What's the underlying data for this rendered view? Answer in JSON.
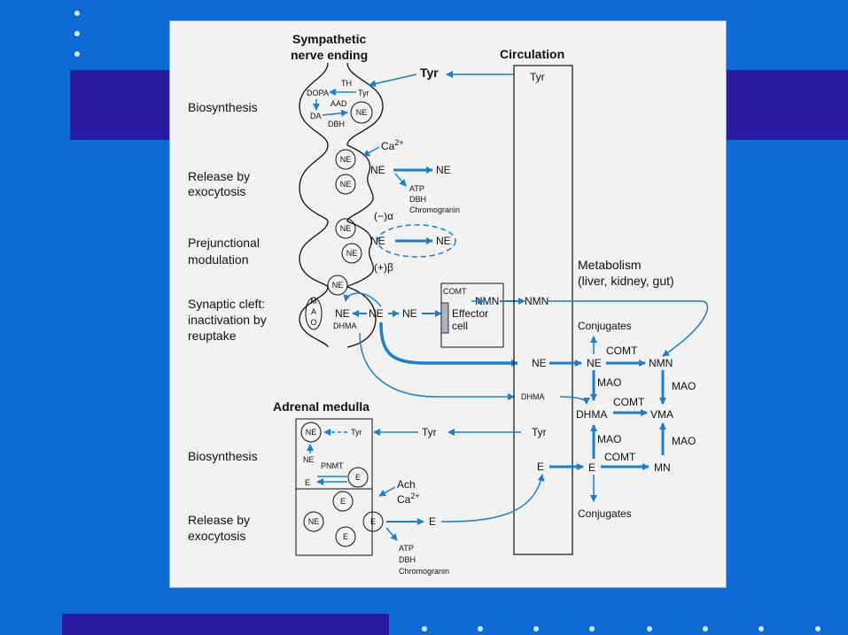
{
  "slide": {
    "background_color": "#0f6ad6",
    "band_color": "#2a1aa0"
  },
  "diagram": {
    "nerve": {
      "title_line1": "Sympathetic",
      "title_line2": "nerve ending",
      "stages": {
        "biosynthesis": "Biosynthesis",
        "release_l1": "Release by",
        "release_l2": "exocytosis",
        "prejunc_l1": "Prejunctional",
        "prejunc_l2": "modulation",
        "cleft_l1": "Synaptic cleft:",
        "cleft_l2": "inactivation by",
        "cleft_l3": "reuptake"
      },
      "biosynthesis_labels": {
        "th": "TH",
        "tyr": "Tyr",
        "dopa": "DOPA",
        "aad": "AAD",
        "da": "DA",
        "dbh": "DBH",
        "ne": "NE"
      },
      "release_labels": {
        "ca": "Ca",
        "ca_sup": "2+",
        "ne_a": "NE",
        "ne_b": "NE",
        "ne_c": "NE",
        "ne_out": "NE",
        "atp": "ATP",
        "dbh": "DBH",
        "chromo": "Chromogranin"
      },
      "prejunc_labels": {
        "alpha": "(−)α",
        "beta": "(+)β",
        "ne_a": "NE",
        "ne_b": "NE",
        "ne_c": "NE",
        "ne_out": "NE"
      },
      "cleft_labels": {
        "ne_vesicle": "NE",
        "m": "M",
        "a": "A",
        "o": "O",
        "ne_in": "NE",
        "ne_mid": "NE",
        "ne_out": "NE",
        "dhma": "DHMA"
      }
    },
    "effector": {
      "comt": "COMT",
      "nmn": "NMN",
      "label_l1": "Effector",
      "label_l2": "cell"
    },
    "circulation": {
      "title": "Circulation",
      "tyr_top": "Tyr",
      "nmn": "NMN",
      "ne": "NE",
      "dhma": "DHMA",
      "tyr_mid": "Tyr",
      "e": "E"
    },
    "tyr_top": "Tyr",
    "metabolism": {
      "title_l1": "Metabolism",
      "title_l2": "(liver, kidney, gut)",
      "conjugates_top": "Conjugates",
      "ne": "NE",
      "comt1": "COMT",
      "nmn": "NMN",
      "mao1": "MAO",
      "mao2": "MAO",
      "comt2": "COMT",
      "dhma": "DHMA",
      "vma": "VMA",
      "mao3": "MAO",
      "mao4": "MAO",
      "e": "E",
      "comt3": "COMT",
      "mn": "MN",
      "conjugates_bottom": "Conjugates"
    },
    "adrenal": {
      "title": "Adrenal medulla",
      "biosynthesis": "Biosynthesis",
      "release_l1": "Release by",
      "release_l2": "exocytosis",
      "tyr_a": "Tyr",
      "tyr_b": "Tyr",
      "ne_top": "NE",
      "ne_mid": "NE",
      "pnmt": "PNMT",
      "e_small": "E",
      "e_circle": "E",
      "ach": "Ach",
      "ca": "Ca",
      "ca_sup": "2+",
      "e_c1": "E",
      "ne_c": "NE",
      "e_c2": "E",
      "e_c3": "E",
      "e_out": "E",
      "atp": "ATP",
      "dbh": "DBH",
      "chromo": "Chromogranin"
    }
  }
}
